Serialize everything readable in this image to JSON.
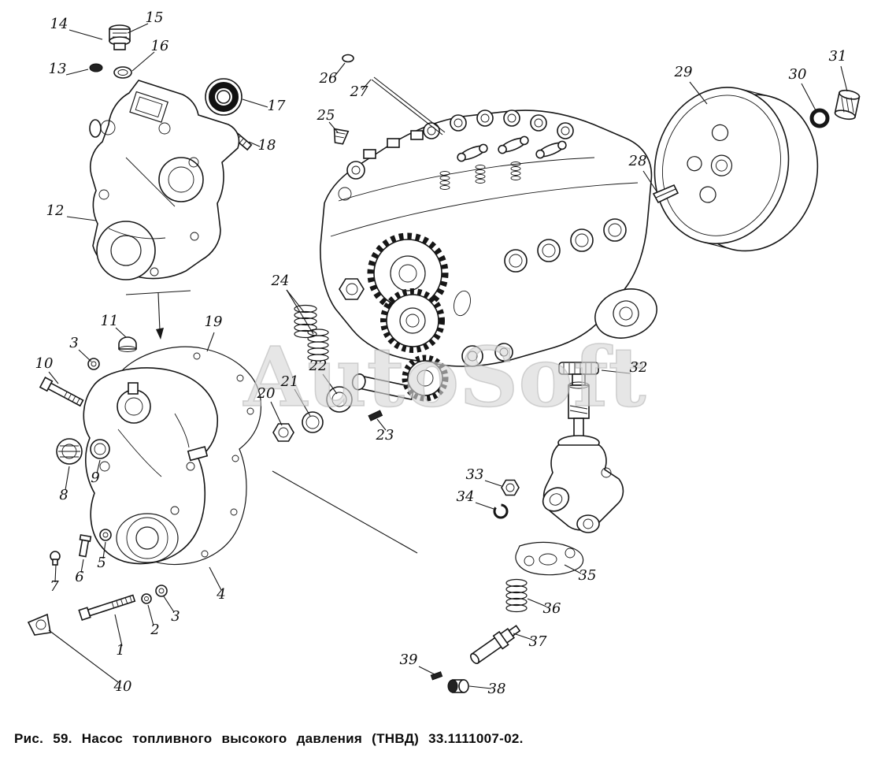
{
  "figure": {
    "caption": "Рис. 59. Насос топливного высокого давления (ТНВД) 33.1111007-02.",
    "watermark": "AutoSoft"
  },
  "labels": {
    "p1": "1",
    "p2": "2",
    "p3a": "3",
    "p3b": "3",
    "p4": "4",
    "p5": "5",
    "p6": "6",
    "p7": "7",
    "p8": "8",
    "p9": "9",
    "p10": "10",
    "p11": "11",
    "p12": "12",
    "p13": "13",
    "p14": "14",
    "p15": "15",
    "p16": "16",
    "p17": "17",
    "p18": "18",
    "p19": "19",
    "p20": "20",
    "p21": "21",
    "p22": "22",
    "p23": "23",
    "p24": "24",
    "p25": "25",
    "p26": "26",
    "p27": "27",
    "p28": "28",
    "p29": "29",
    "p30": "30",
    "p31": "31",
    "p32": "32",
    "p33": "33",
    "p34": "34",
    "p35": "35",
    "p36": "36",
    "p37": "37",
    "p38": "38",
    "p39": "39",
    "p40": "40"
  }
}
